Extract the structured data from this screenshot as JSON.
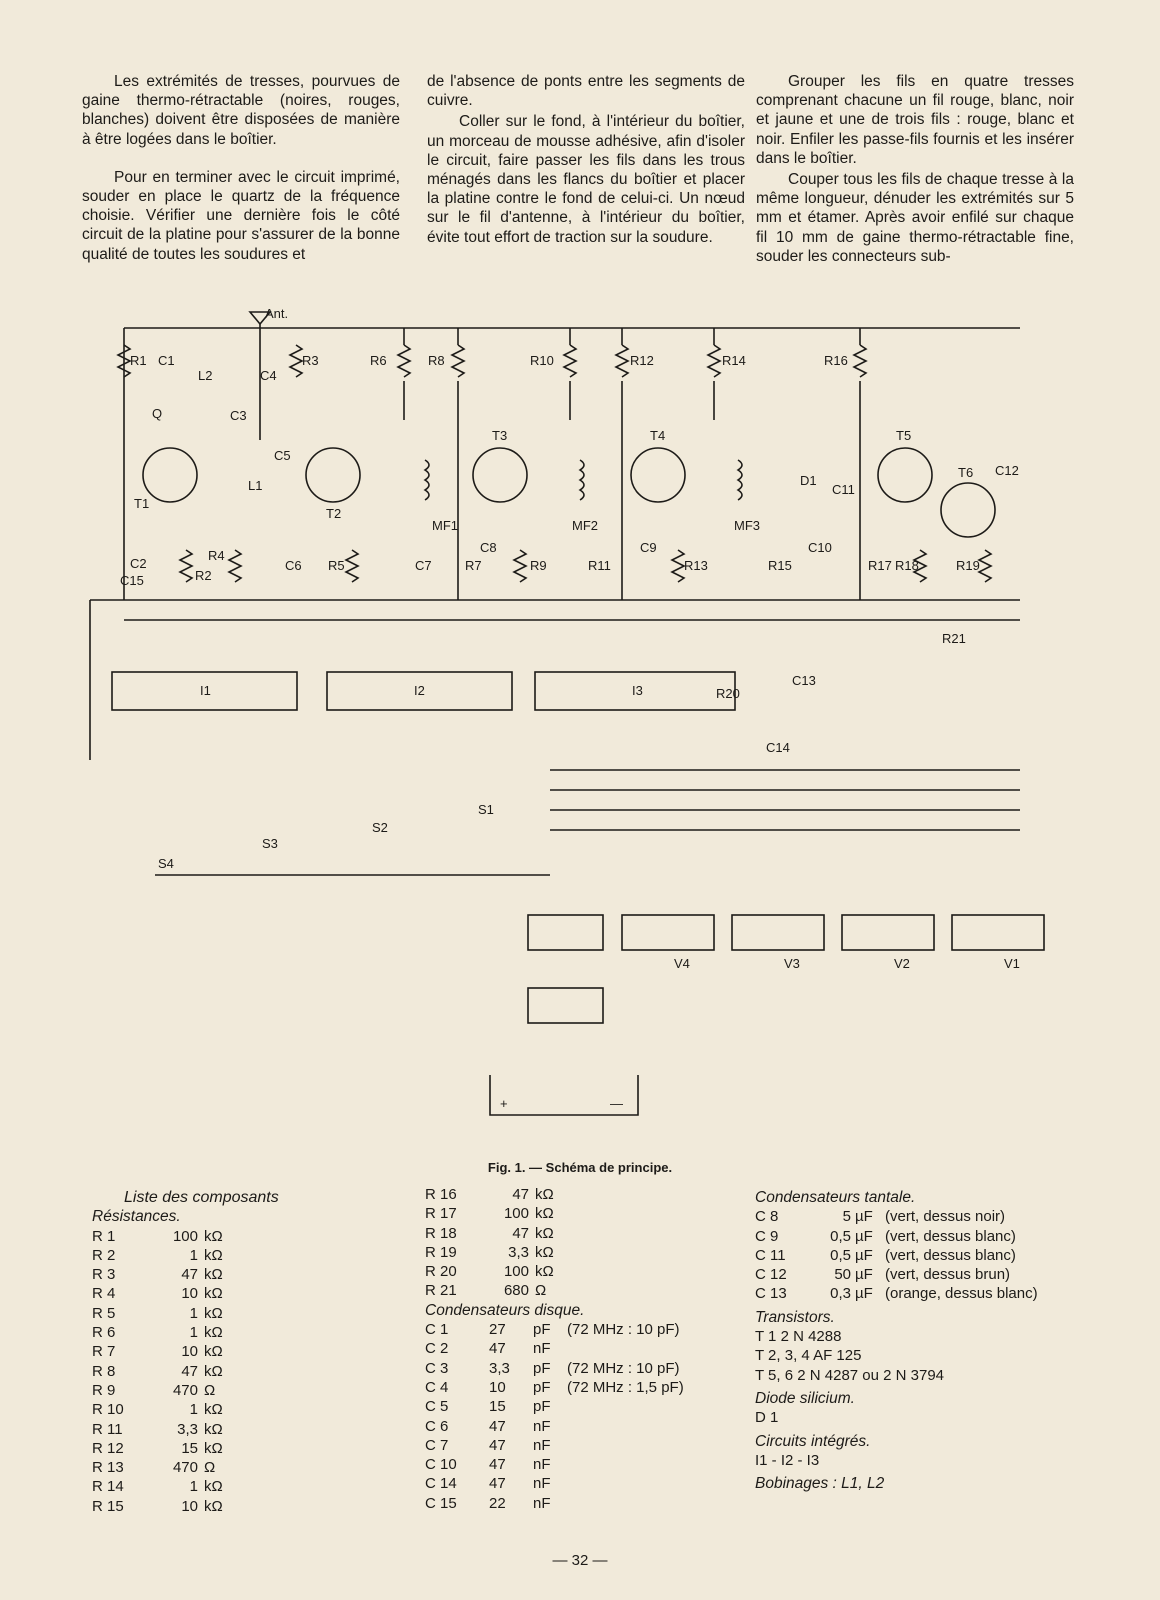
{
  "col1": {
    "p1": "Les extrémités de tresses, pourvues de gaine thermo-rétractable (noires, rouges, blanches) doivent être disposées de manière à être logées dans le boîtier.",
    "p2": "Pour en terminer avec le circuit imprimé, souder en place le quartz de la fréquence choisie. Vérifier une dernière fois le côté circuit de la platine pour s'assurer de la bonne qualité de toutes les soudures et"
  },
  "col2": {
    "p1": "de l'absence de ponts entre les segments de cuivre.",
    "p2": "Coller sur le fond, à l'intérieur du boîtier, un morceau de mousse adhésive, afin d'isoler le circuit, faire passer les fils dans les trous ménagés dans les flancs du boîtier et placer la platine contre le fond de celui-ci. Un nœud sur le fil d'antenne, à l'intérieur du boîtier, évite tout effort de traction sur la soudure."
  },
  "col3": {
    "p1": "Grouper les fils en quatre tresses comprenant chacune un fil rouge, blanc, noir et jaune et une de trois fils : rouge, blanc et noir. Enfiler les passe-fils fournis et les insérer dans le boîtier.",
    "p2": "Couper tous les fils de chaque tresse à la même longueur, dénuder les extrémités sur 5 mm et étamer. Après avoir enfilé sur chaque fil 10 mm de gaine thermo-rétractable fine, souder les connecteurs sub-"
  },
  "schematic": {
    "labels": {
      "ant": "Ant.",
      "R1": "R1",
      "C1": "C1",
      "L2": "L2",
      "C4": "C4",
      "R3": "R3",
      "R6": "R6",
      "R8": "R8",
      "R10": "R10",
      "R12": "R12",
      "R14": "R14",
      "R16": "R16",
      "Q": "Q",
      "C3": "C3",
      "C5": "C5",
      "L1": "L1",
      "T1": "T1",
      "T2": "T2",
      "T3": "T3",
      "T4": "T4",
      "T5": "T5",
      "T6": "T6",
      "C12": "C12",
      "D1": "D1",
      "C11": "C11",
      "MF1": "MF1",
      "MF2": "MF2",
      "MF3": "MF3",
      "C8": "C8",
      "C9": "C9",
      "C10": "C10",
      "C2": "C2",
      "C15": "C15",
      "R4": "R4",
      "R2": "R2",
      "C6": "C6",
      "R5": "R5",
      "C7": "C7",
      "R7": "R7",
      "R9": "R9",
      "R11": "R11",
      "R13": "R13",
      "R15": "R15",
      "R17": "R17",
      "R18": "R18",
      "R19": "R19",
      "R21": "R21",
      "I1": "I1",
      "I2": "I2",
      "I3": "I3",
      "R20": "R20",
      "C13": "C13",
      "C14": "C14",
      "S1": "S1",
      "S2": "S2",
      "S3": "S3",
      "S4": "S4",
      "V4": "V4",
      "V3": "V3",
      "V2": "V2",
      "V1": "V1",
      "plus": "+",
      "minus": "—"
    },
    "caption": "Fig. 1. — Schéma de principe."
  },
  "parts": {
    "title": "Liste des composants",
    "resistances_heading": "Résistances.",
    "resistances": [
      {
        "ref": "R 1",
        "val": "100",
        "unit": "kΩ"
      },
      {
        "ref": "R 2",
        "val": "1",
        "unit": "kΩ"
      },
      {
        "ref": "R 3",
        "val": "47",
        "unit": "kΩ"
      },
      {
        "ref": "R 4",
        "val": "10",
        "unit": "kΩ"
      },
      {
        "ref": "R 5",
        "val": "1",
        "unit": "kΩ"
      },
      {
        "ref": "R 6",
        "val": "1",
        "unit": "kΩ"
      },
      {
        "ref": "R 7",
        "val": "10",
        "unit": "kΩ"
      },
      {
        "ref": "R 8",
        "val": "47",
        "unit": "kΩ"
      },
      {
        "ref": "R 9",
        "val": "470",
        "unit": "Ω"
      },
      {
        "ref": "R 10",
        "val": "1",
        "unit": "kΩ"
      },
      {
        "ref": "R 11",
        "val": "3,3",
        "unit": "kΩ"
      },
      {
        "ref": "R 12",
        "val": "15",
        "unit": "kΩ"
      },
      {
        "ref": "R 13",
        "val": "470",
        "unit": "Ω"
      },
      {
        "ref": "R 14",
        "val": "1",
        "unit": "kΩ"
      },
      {
        "ref": "R 15",
        "val": "10",
        "unit": "kΩ"
      },
      {
        "ref": "R 16",
        "val": "47",
        "unit": "kΩ"
      },
      {
        "ref": "R 17",
        "val": "100",
        "unit": "kΩ"
      },
      {
        "ref": "R 18",
        "val": "47",
        "unit": "kΩ"
      },
      {
        "ref": "R 19",
        "val": "3,3",
        "unit": "kΩ"
      },
      {
        "ref": "R 20",
        "val": "100",
        "unit": "kΩ"
      },
      {
        "ref": "R 21",
        "val": "680",
        "unit": "Ω"
      }
    ],
    "disc_heading": "Condensateurs disque.",
    "disc_caps": [
      {
        "ref": "C 1",
        "val": "27",
        "unit": "pF",
        "note": "(72 MHz : 10 pF)"
      },
      {
        "ref": "C 2",
        "val": "47",
        "unit": "nF",
        "note": ""
      },
      {
        "ref": "C 3",
        "val": "3,3",
        "unit": "pF",
        "note": "(72 MHz : 10 pF)"
      },
      {
        "ref": "C 4",
        "val": "10",
        "unit": "pF",
        "note": "(72 MHz : 1,5 pF)"
      },
      {
        "ref": "C 5",
        "val": "15",
        "unit": "pF",
        "note": ""
      },
      {
        "ref": "C 6",
        "val": "47",
        "unit": "nF",
        "note": ""
      },
      {
        "ref": "C 7",
        "val": "47",
        "unit": "nF",
        "note": ""
      },
      {
        "ref": "C 10",
        "val": "47",
        "unit": "nF",
        "note": ""
      },
      {
        "ref": "C 14",
        "val": "47",
        "unit": "nF",
        "note": ""
      },
      {
        "ref": "C 15",
        "val": "22",
        "unit": "nF",
        "note": ""
      }
    ],
    "tantal_heading": "Condensateurs tantale.",
    "tantal_caps": [
      {
        "ref": "C 8",
        "val": "5",
        "unit": "µF",
        "note": "(vert, dessus noir)"
      },
      {
        "ref": "C 9",
        "val": "0,5",
        "unit": "µF",
        "note": "(vert, dessus blanc)"
      },
      {
        "ref": "C 11",
        "val": "0,5",
        "unit": "µF",
        "note": "(vert, dessus blanc)"
      },
      {
        "ref": "C 12",
        "val": "50",
        "unit": "µF",
        "note": "(vert, dessus brun)"
      },
      {
        "ref": "C 13",
        "val": "0,3",
        "unit": "µF",
        "note": "(orange, dessus blanc)"
      }
    ],
    "transistors_heading": "Transistors.",
    "transistors": [
      "T 1   2 N 4288",
      "T 2, 3, 4   AF 125",
      "T 5, 6   2 N 4287  ou  2 N 3794"
    ],
    "diode_heading": "Diode silicium.",
    "diode": "D 1",
    "ic_heading": "Circuits intégrés.",
    "ics": "I1 - I2 - I3",
    "coils": "Bobinages : L1, L2"
  },
  "page_number": "— 32 —"
}
